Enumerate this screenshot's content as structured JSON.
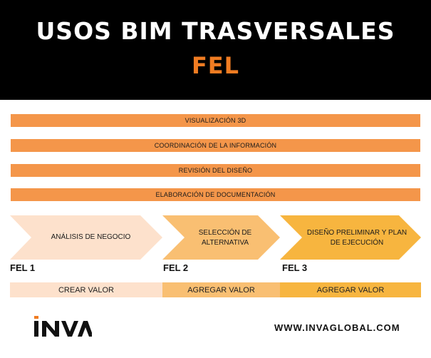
{
  "header": {
    "title": "USOS BIM TRASVERSALES",
    "subtitle": "FEL"
  },
  "bars": [
    "VISUALIZACIÓN 3D",
    "COORDINACIÓN DE LA INFORMACIÓN",
    "REVISIÓN DEL DISEÑO",
    "ELABORACIÓN DE DOCUMENTACIÓN"
  ],
  "phases": [
    {
      "text": "ANÁLISIS DE NEGOCIO",
      "fel": "FEL 1",
      "value": "CREAR VALOR",
      "color": "#fde1cc"
    },
    {
      "text": "SELECCIÓN DE ALTERNATIVA",
      "fel": "FEL 2",
      "value": "AGREGAR VALOR",
      "color": "#f9bf72"
    },
    {
      "text": "DISEÑO PRELIMINAR Y PLAN DE EJECUCIÓN",
      "fel": "FEL 3",
      "value": "AGREGAR VALOR",
      "color": "#f7b53f"
    }
  ],
  "footer": {
    "logo": "INVA",
    "url": "WWW.INVAGLOBAL.COM"
  },
  "colors": {
    "accent": "#f07c22",
    "bar": "#f4964a",
    "header_bg": "#000000"
  }
}
